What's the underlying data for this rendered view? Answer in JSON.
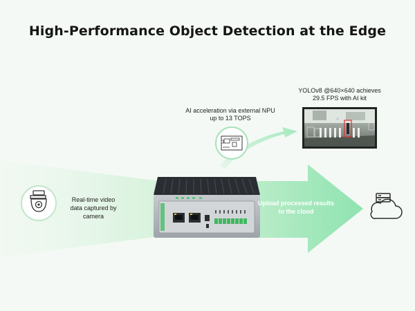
{
  "title": "High-Performance Object Detection at the Edge",
  "captions": {
    "camera": "Real-time video data captured by camera",
    "npu": "AI acceleration via external NPU up to 13 TOPS",
    "yolo": "YOLOv8 @640×640 achieves 29.5 FPS with AI kit",
    "upload": "Upload processed results to the cloud"
  },
  "colors": {
    "accent_green": "#86e0a8",
    "light_green": "#d9f3df",
    "background": "#f4f9f5",
    "device_body": "#b9bec4",
    "heatsink": "#2a2d31",
    "detection_box": "#e03030"
  },
  "icons": [
    "security-camera-icon",
    "npu-chip-icon",
    "cloud-server-icon"
  ]
}
